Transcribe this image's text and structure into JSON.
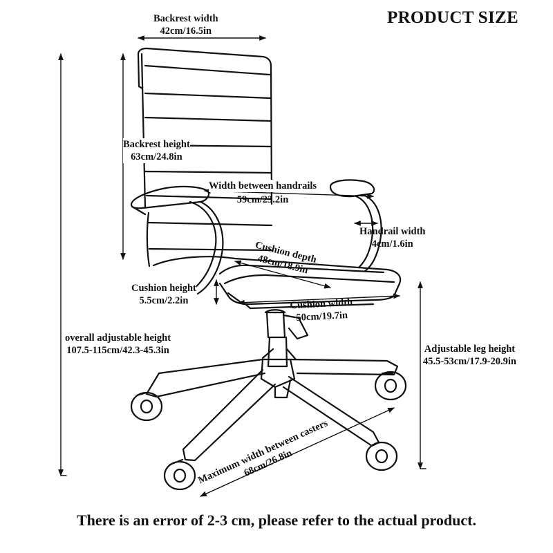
{
  "title": "PRODUCT SIZE",
  "footer": "There is an error of 2-3 cm, please refer to the actual product.",
  "colors": {
    "ink": "#111111",
    "background": "#ffffff"
  },
  "dimensions": {
    "backrest_width": {
      "label": "Backrest width",
      "value": "42cm/16.5in"
    },
    "backrest_height": {
      "label": "Backrest height",
      "value": "63cm/24.8in"
    },
    "handrail_gap": {
      "label": "Width between handrails",
      "value": "59cm/23.2in"
    },
    "handrail_width": {
      "label": "Handrail width",
      "value": "4cm/1.6in"
    },
    "cushion_depth": {
      "label": "Cushion depth",
      "value": "48cm/18.9in"
    },
    "cushion_height": {
      "label": "Cushion height",
      "value": "5.5cm/2.2in"
    },
    "cushion_width": {
      "label": "Cushion width",
      "value": "50cm/19.7in"
    },
    "overall_height": {
      "label": "overall adjustable height",
      "value": "107.5-115cm/42.3-45.3in"
    },
    "leg_height": {
      "label": "Adjustable leg height",
      "value": "45.5-53cm/17.9-20.9in"
    },
    "caster_width": {
      "label": "Maximum width between casters",
      "value": "68cm/26.8in"
    }
  }
}
